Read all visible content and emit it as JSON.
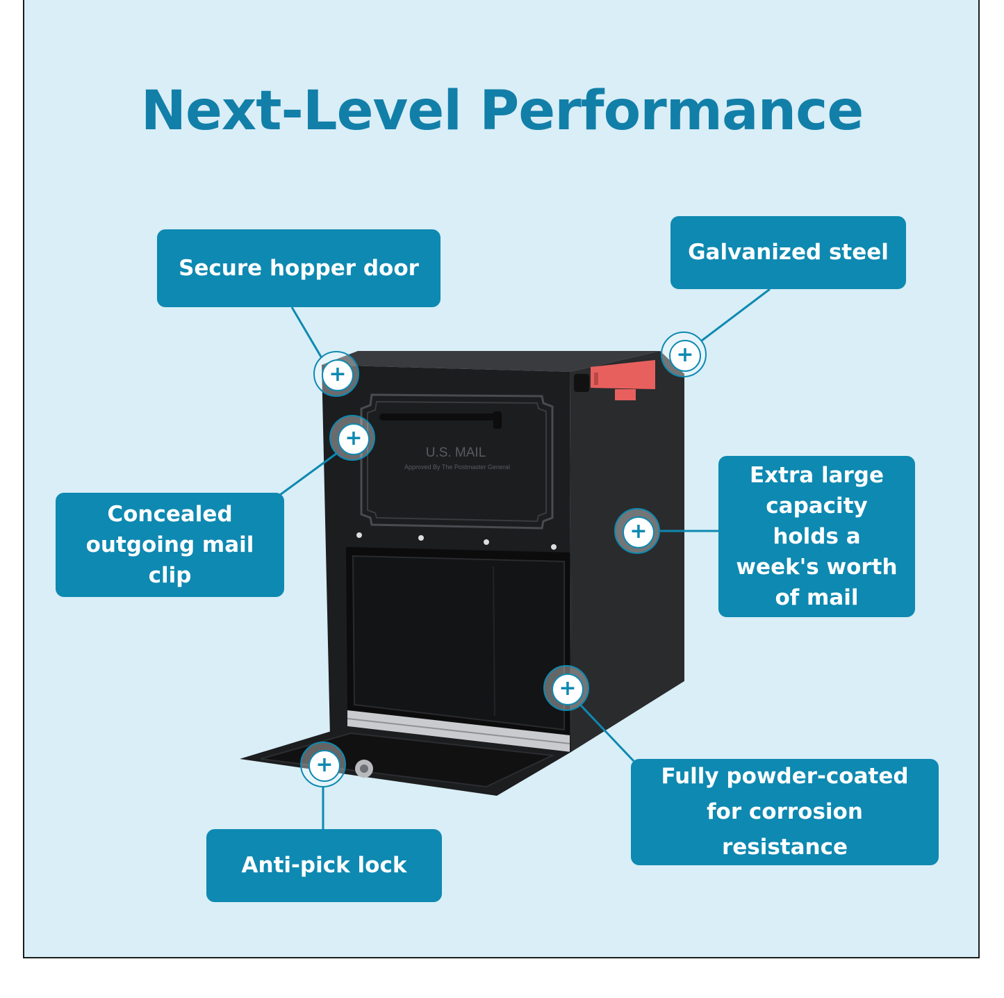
{
  "headline": "Next-Level Performance",
  "colors": {
    "panel_background": "#d9eef7",
    "accent": "#0e89b1",
    "headline": "#127fa8",
    "mailbox_body": "#1c1d1f",
    "flag": "#e8605e"
  },
  "mailbox_labels": {
    "mail_text": "U.S. MAIL",
    "approval_text": "Approved By The Postmaster General"
  },
  "callouts": [
    {
      "id": "hopper",
      "text": "Secure hopper door",
      "icon": "plus-icon"
    },
    {
      "id": "steel",
      "text": "Galvanized steel",
      "icon": "plus-icon"
    },
    {
      "id": "clip",
      "text": "Concealed outgoing mail clip",
      "icon": "plus-icon"
    },
    {
      "id": "capacity",
      "text": "Extra large capacity holds a week's worth of mail",
      "icon": "plus-icon"
    },
    {
      "id": "coated",
      "text": "Fully powder-coated for corrosion resistance",
      "icon": "plus-icon"
    },
    {
      "id": "lock",
      "text": "Anti-pick lock",
      "icon": "plus-icon"
    }
  ]
}
